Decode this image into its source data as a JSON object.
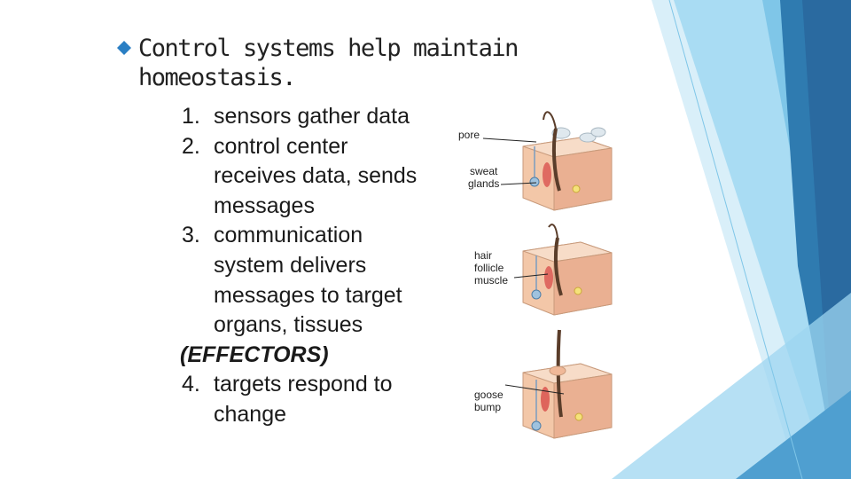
{
  "colors": {
    "accent": "#2a7fc4",
    "panel_light": "#bfe3f5",
    "panel_dark": "#2a6ea0"
  },
  "main_bullet": {
    "icon": "diamond-bullet-icon",
    "line1": "Control systems help maintain",
    "line2": "homeostasis."
  },
  "steps": [
    {
      "num": "1.",
      "lines": [
        "sensors gather data"
      ]
    },
    {
      "num": "2.",
      "lines": [
        "control center",
        "receives data, sends",
        "messages"
      ]
    },
    {
      "num": "3.",
      "lines": [
        "communication",
        "system delivers",
        "messages to target",
        "organs, tissues"
      ]
    },
    {
      "num": "",
      "lines": [
        "(EFFECTORS)"
      ]
    },
    {
      "num": "4.",
      "lines": [
        "targets respond to",
        "change"
      ]
    }
  ],
  "labels": {
    "pore": "pore",
    "sweat_line1": "sweat",
    "sweat_line2": "glands",
    "hair_line1": "hair",
    "hair_line2": "follicle",
    "hair_line3": "muscle",
    "goose_line1": "goose",
    "goose_line2": "bump"
  }
}
